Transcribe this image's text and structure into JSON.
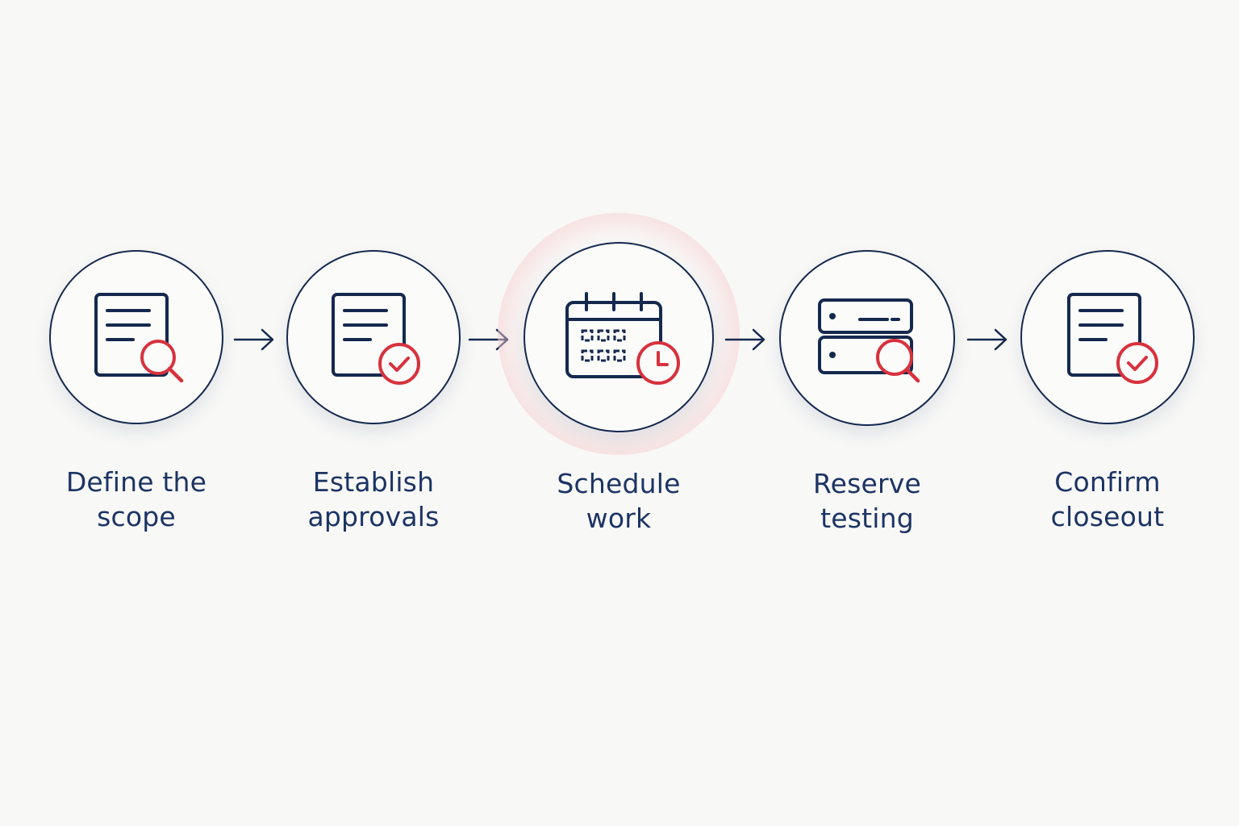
{
  "colors": {
    "navy": "#15294e",
    "text": "#1c3463",
    "accent_red": "#d7323d",
    "background": "#f8f8f7"
  },
  "steps": [
    {
      "label_line1": "Define the",
      "label_line2": "scope",
      "icon": "document-search-icon"
    },
    {
      "label_line1": "Establish",
      "label_line2": "approvals",
      "icon": "document-check-icon"
    },
    {
      "label_line1": "Schedule",
      "label_line2": "work",
      "icon": "calendar-clock-icon",
      "highlighted": true
    },
    {
      "label_line1": "Reserve",
      "label_line2": "testing",
      "icon": "server-search-icon"
    },
    {
      "label_line1": "Confirm",
      "label_line2": "closeout",
      "icon": "document-check-icon"
    }
  ]
}
